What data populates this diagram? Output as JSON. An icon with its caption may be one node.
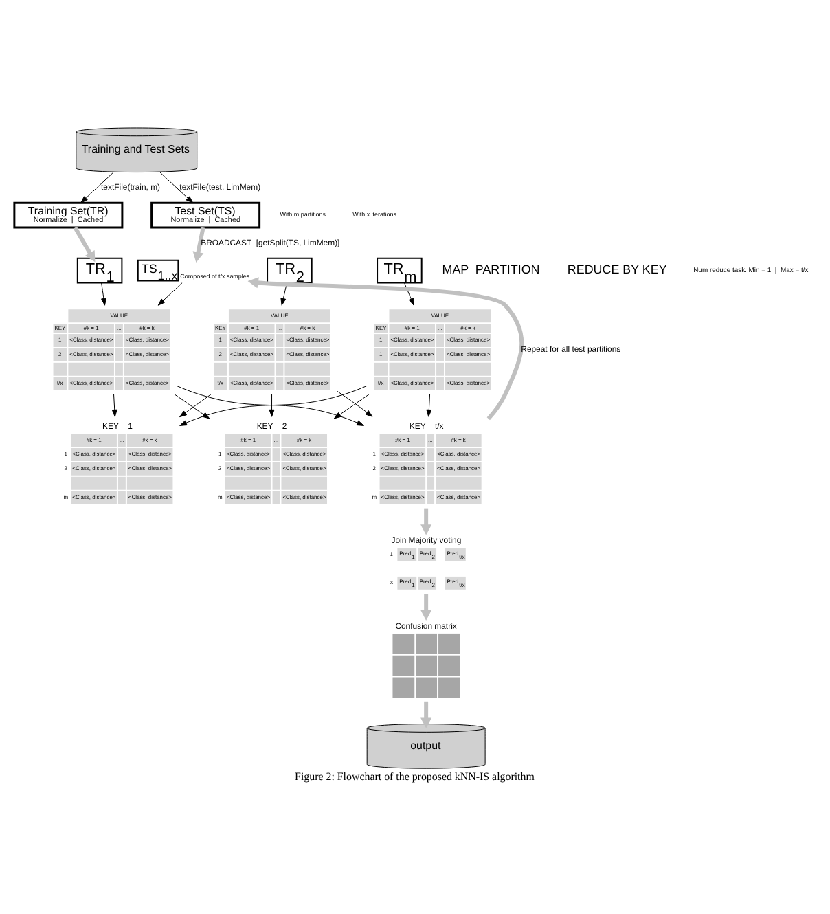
{
  "diagram": {
    "caption": "Figure 2: Flowchart of the proposed kNN-IS algorithm",
    "nodes": [
      {
        "text": [
          "Training and Test Sets"
        ]
      },
      {
        "text": [
          "Training Set(TR)",
          "Normalize  |  Cached"
        ]
      },
      {
        "text": [
          "Test Set(TS)",
          "Normalize  |  Cached"
        ]
      },
      {
        "text": [
          "TS$_{1..x}$"
        ],
        "beside": [
          "Composed of t/x samples"
        ]
      },
      {
        "text": [
          "TR$_{1}$"
        ]
      },
      {
        "text": [
          "TR$_{2}$"
        ]
      },
      {
        "text": [
          "TR$_{m}$"
        ]
      },
      {
        "text": [
          "VALUE",
          "KEY",
          "#k = 1",
          "...",
          "#k = k",
          "1",
          "<Class, distance>",
          "<Class, distance>",
          "2",
          "<Class, distance>",
          "<Class, distance>",
          "...",
          "t/x",
          "<Class, distance>",
          "<Class, distance>"
        ]
      },
      {
        "text": [
          "VALUE",
          "KEY",
          "#k = 1",
          "...",
          "#k = k",
          "1",
          "<Class, distance>",
          "<Class, distance>",
          "2",
          "<Class, distance>",
          "<Class, distance>",
          "...",
          "t/x",
          "<Class, distance>",
          "<Class, distance>"
        ]
      },
      {
        "text": [
          "VALUE",
          "KEY",
          "#k = 1",
          "...",
          "#k = k",
          "1",
          "<Class, distance>",
          "<Class, distance>",
          "1",
          "<Class, distance>",
          "<Class, distance>",
          "...",
          "t/x",
          "<Class, distance>",
          "<Class, distance>"
        ]
      },
      {
        "text": [
          "KEY = 1",
          "#k = 1",
          "...",
          "#k = k",
          "1",
          "<Class, distance>",
          "<Class, distance>",
          "2",
          "<Class, distance>",
          "<Class, distance>",
          "...",
          "m",
          "<Class, distance>",
          "<Class, distance>"
        ]
      },
      {
        "text": [
          "KEY = 2",
          "#k = 1",
          "...",
          "#k = k",
          "1",
          "<Class, distance>",
          "<Class, distance>",
          "2",
          "<Class, distance>",
          "<Class, distance>",
          "...",
          "m",
          "<Class, distance>",
          "<Class, distance>"
        ]
      },
      {
        "text": [
          "KEY = t/x",
          "#k = 1",
          "...",
          "#k = k",
          "1",
          "<Class, distance>",
          "<Class, distance>",
          "2",
          "<Class, distance>",
          "<Class, distance>",
          "...",
          "m",
          "<Class, distance>",
          "<Class, distance>"
        ]
      },
      {
        "text": [
          "Join Majority voting",
          "1",
          "Pred$_{1}$",
          "Pred$_{2}$",
          "Pred$_{t/x}$",
          "x",
          "Pred$_{1}$",
          "Pred$_{2}$",
          "Pred$_{t/x}$"
        ]
      },
      {
        "text": [
          "Confusion matrix"
        ]
      },
      {
        "text": [
          "output"
        ]
      }
    ],
    "edges": [
      {
        "from": 0,
        "to": 1,
        "arrow": "to",
        "label": "textFile(train, m)"
      },
      {
        "from": 0,
        "to": 2,
        "arrow": "to",
        "label": "textFile(test, LimMem)"
      },
      {
        "from": 2,
        "to": 3,
        "arrow": "to",
        "label": "BROADCAST  [getSplit(TS, LimMem)]",
        "style": "thick",
        "color": "#c0c0c0"
      },
      {
        "from": 1,
        "to": 4,
        "arrow": "to",
        "style": "thick",
        "color": "#c0c0c0"
      },
      {
        "from": 3,
        "to": 7,
        "arrow": "to"
      },
      {
        "from": 4,
        "to": 7,
        "arrow": "to"
      },
      {
        "from": 5,
        "to": 8,
        "arrow": "to"
      },
      {
        "from": 6,
        "to": 9,
        "arrow": "to"
      },
      {
        "from": 7,
        "to": 10,
        "arrow": "to"
      },
      {
        "from": 7,
        "to": 11,
        "arrow": "to"
      },
      {
        "from": 7,
        "to": 12,
        "arrow": "to"
      },
      {
        "from": 8,
        "to": 10,
        "arrow": "to"
      },
      {
        "from": 8,
        "to": 11,
        "arrow": "to"
      },
      {
        "from": 8,
        "to": 12,
        "arrow": "to"
      },
      {
        "from": 9,
        "to": 10,
        "arrow": "to"
      },
      {
        "from": 9,
        "to": 11,
        "arrow": "to"
      },
      {
        "from": 9,
        "to": 12,
        "arrow": "to"
      },
      {
        "from": 12,
        "to": 3,
        "arrow": "to",
        "label": "Repeat for all test partitions",
        "style": "thick",
        "color": "#c0c0c0"
      },
      {
        "from": 12,
        "to": 13,
        "arrow": "to",
        "style": "thick",
        "color": "#c0c0c0"
      },
      {
        "from": 13,
        "to": 14,
        "arrow": "to",
        "style": "thick",
        "color": "#c0c0c0"
      },
      {
        "from": 14,
        "to": 15,
        "arrow": "to",
        "style": "thick",
        "color": "#c0c0c0"
      }
    ],
    "labels": [
      "With m partitions",
      "With x iterations",
      "MAP  PARTITION",
      "REDUCE BY KEY",
      "Num reduce task. Min = 1  |  Max = t/x"
    ]
  }
}
